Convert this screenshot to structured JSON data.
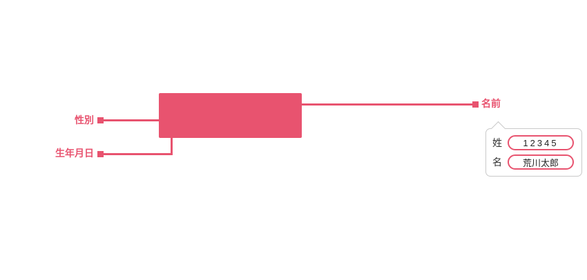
{
  "colors": {
    "accent": "#e8536f",
    "tooltip_border": "#c9c9c9"
  },
  "node_labels": {
    "name": "名前",
    "gender": "性別",
    "birthdate": "生年月日"
  },
  "tooltip": {
    "surname_label": "姓",
    "surname_value": "12345",
    "givenname_label": "名",
    "givenname_value": "荒川太郎"
  }
}
